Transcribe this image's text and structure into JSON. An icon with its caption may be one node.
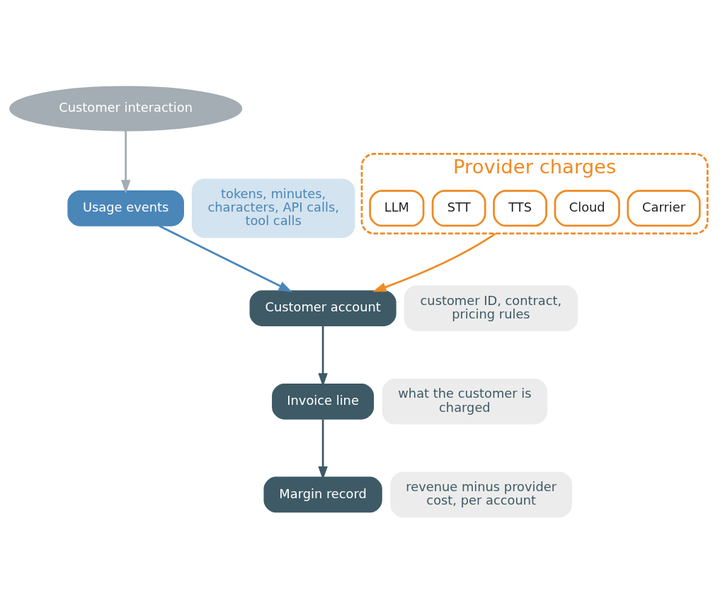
{
  "diagram": {
    "nodes": [
      {
        "text": [
          "Customer interaction"
        ]
      },
      {
        "text": [
          "Usage events"
        ],
        "beside": [
          "tokens, minutes, characters, API calls, tool calls"
        ]
      },
      {
        "text": [
          "Provider charges"
        ]
      },
      {
        "text": [
          "LLM"
        ],
        "in": 2
      },
      {
        "text": [
          "STT"
        ],
        "in": 2
      },
      {
        "text": [
          "TTS"
        ],
        "in": 2
      },
      {
        "text": [
          "Cloud"
        ],
        "in": 2
      },
      {
        "text": [
          "Carrier"
        ],
        "in": 2
      },
      {
        "text": [
          "Customer account"
        ],
        "beside": [
          "customer ID, contract, pricing rules"
        ]
      },
      {
        "text": [
          "Invoice line"
        ],
        "beside": [
          "what the customer is charged"
        ]
      },
      {
        "text": [
          "Margin record"
        ],
        "beside": [
          "revenue minus provider cost, per account"
        ]
      }
    ],
    "edges": [
      {
        "from": 0,
        "to": 1,
        "arrow": "to",
        "color": "#a3adb3"
      },
      {
        "from": 1,
        "to": 8,
        "arrow": "to",
        "color": "#4a86b8"
      },
      {
        "from": 2,
        "to": 8,
        "arrow": "to",
        "color": "#f08a24"
      },
      {
        "from": 8,
        "to": 9,
        "arrow": "to"
      },
      {
        "from": 9,
        "to": 10,
        "arrow": "to"
      }
    ]
  }
}
